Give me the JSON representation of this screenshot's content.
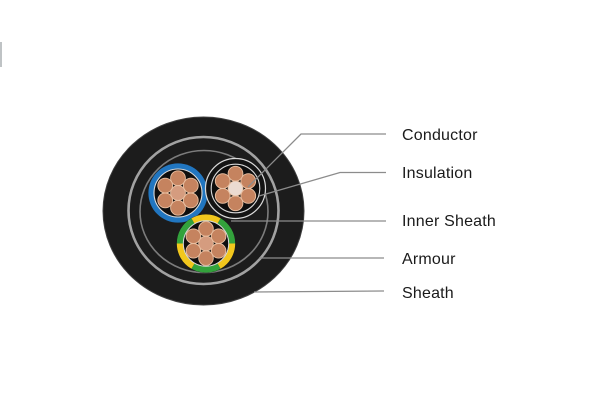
{
  "figure": {
    "type": "cable-cross-section-diagram",
    "cores": 3,
    "strands_per_core": 7
  },
  "callouts": [
    {
      "label": "Conductor"
    },
    {
      "label": "Insulation"
    },
    {
      "label": "Inner Sheath"
    },
    {
      "label": "Armour"
    },
    {
      "label": "Sheath"
    }
  ],
  "colors": {
    "sheath_black": "#1c1c1c",
    "sheath_edge": "#3f3f3f",
    "armour_gray": "#a2a2a2",
    "inner_sheath_ring_gray": "#7c7c7c",
    "leader_line_gray": "#8c8c8c",
    "core_bed_black": "#0e0e0e",
    "white_ring": "#d9d9d9",
    "conductor_copper": "#c5835f",
    "conductor_copper_edge": "#e9c0a2",
    "conductor_copper_light": "#d59c7f",
    "conductor_copper_pale": "#ebdbd1",
    "core_blue": "#2176c0",
    "earth_green": "#33a23c",
    "earth_yellow": "#f2c71d",
    "label_text": "#1a1a1a"
  }
}
